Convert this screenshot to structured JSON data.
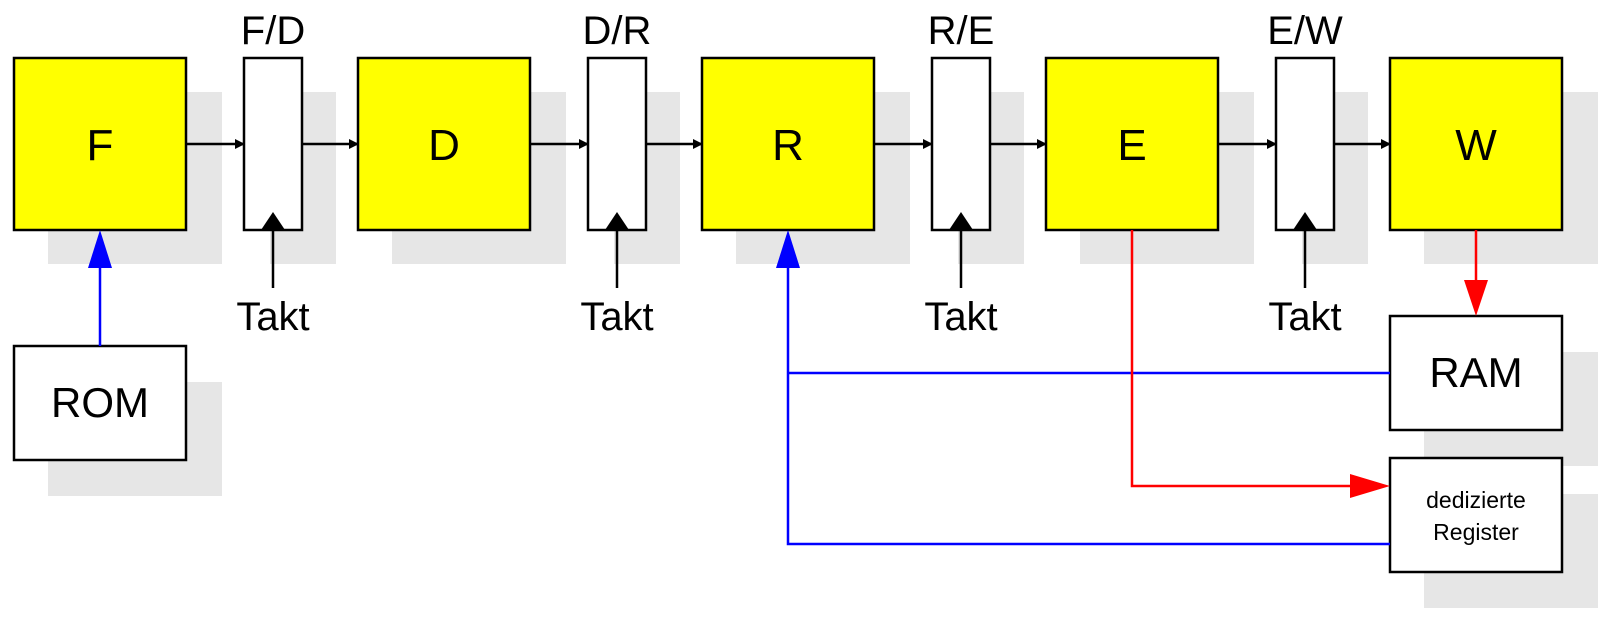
{
  "stages": [
    {
      "id": "F",
      "label": "F"
    },
    {
      "id": "D",
      "label": "D"
    },
    {
      "id": "R",
      "label": "R"
    },
    {
      "id": "E",
      "label": "E"
    },
    {
      "id": "W",
      "label": "W"
    }
  ],
  "registers": [
    {
      "id": "fd",
      "label": "F/D"
    },
    {
      "id": "dr",
      "label": "D/R"
    },
    {
      "id": "re",
      "label": "R/E"
    },
    {
      "id": "ew",
      "label": "E/W"
    }
  ],
  "clock_label": "Takt",
  "rom": {
    "label": "ROM"
  },
  "ram": {
    "label": "RAM"
  },
  "dedicated_registers": {
    "line1": "dedizierte",
    "line2": "Register"
  },
  "colors": {
    "stage_fill": "#ffff00",
    "shadow": "#e6e6e6",
    "read_path": "#0000ff",
    "write_path": "#ff0000",
    "stroke": "#000000"
  }
}
